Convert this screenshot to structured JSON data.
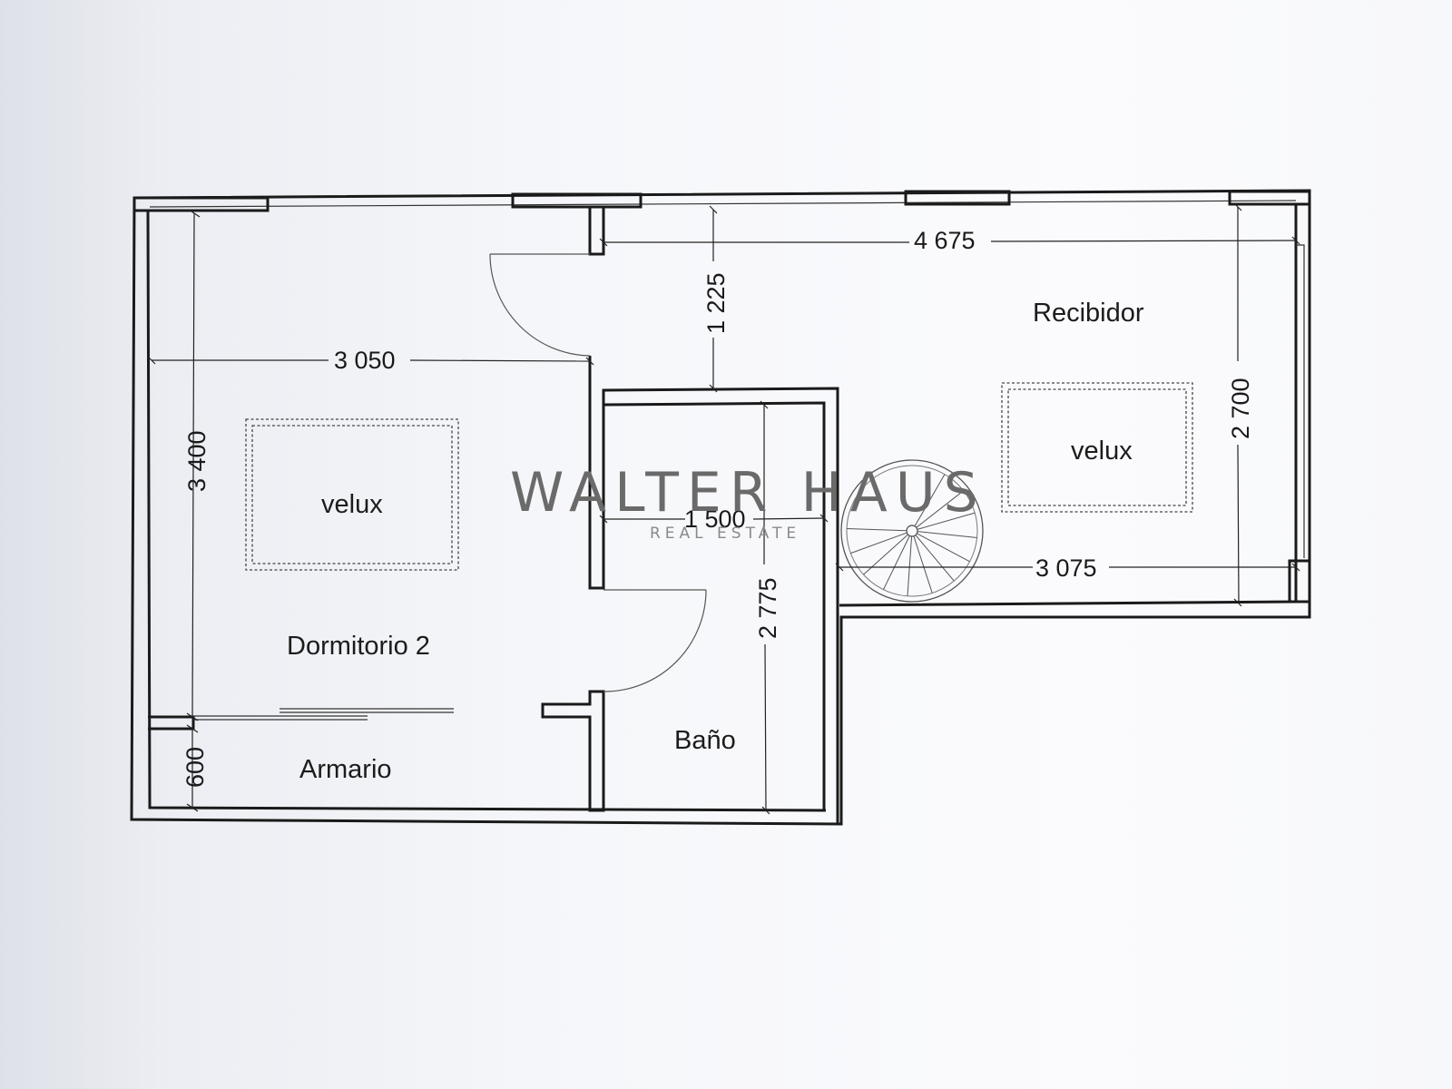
{
  "rooms": {
    "bedroom": "Dormitorio 2",
    "wardrobe": "Armario",
    "bathroom": "Baño",
    "hall": "Recibidor",
    "skylight_left": "velux",
    "skylight_right": "velux"
  },
  "dimensions": {
    "bedroom_width": "3 050",
    "bedroom_height": "3 400",
    "wardrobe_depth": "600",
    "corridor": "1 225",
    "bathroom_width": "1 500",
    "bathroom_height": "2 775",
    "hall_width": "4 675",
    "hall_height": "2 700",
    "hall_lower_width": "3 075"
  },
  "watermark": {
    "brand": "WALTER HAUS",
    "tagline": "REAL ESTATE"
  }
}
